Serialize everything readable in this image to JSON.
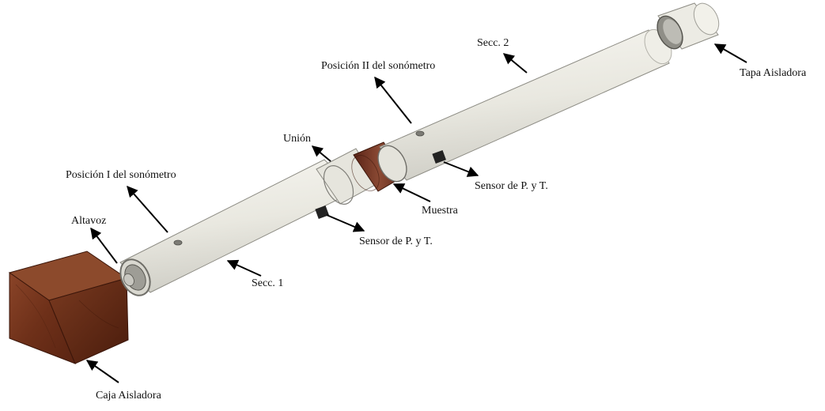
{
  "labels": {
    "seccion_2": "Secc. 2",
    "tapa_aisladora": "Tapa Aisladora",
    "posicion_ii": "Posición II del sonómetro",
    "union": "Unión",
    "posicion_i": "Posición I del sonómetro",
    "sensor_1": "Sensor de P. y T.",
    "sensor_2": "Sensor de P. y T.",
    "muestra": "Muestra",
    "altavoz": "Altavoz",
    "seccion_1": "Secc. 1",
    "caja_aisladora": "Caja Aisladora"
  },
  "colors": {
    "tube": "#ecebe4",
    "tube_edge": "#8d8c84",
    "wood": "#7a3a22",
    "sample": "#6b2e1e",
    "arrow": "#000000"
  }
}
